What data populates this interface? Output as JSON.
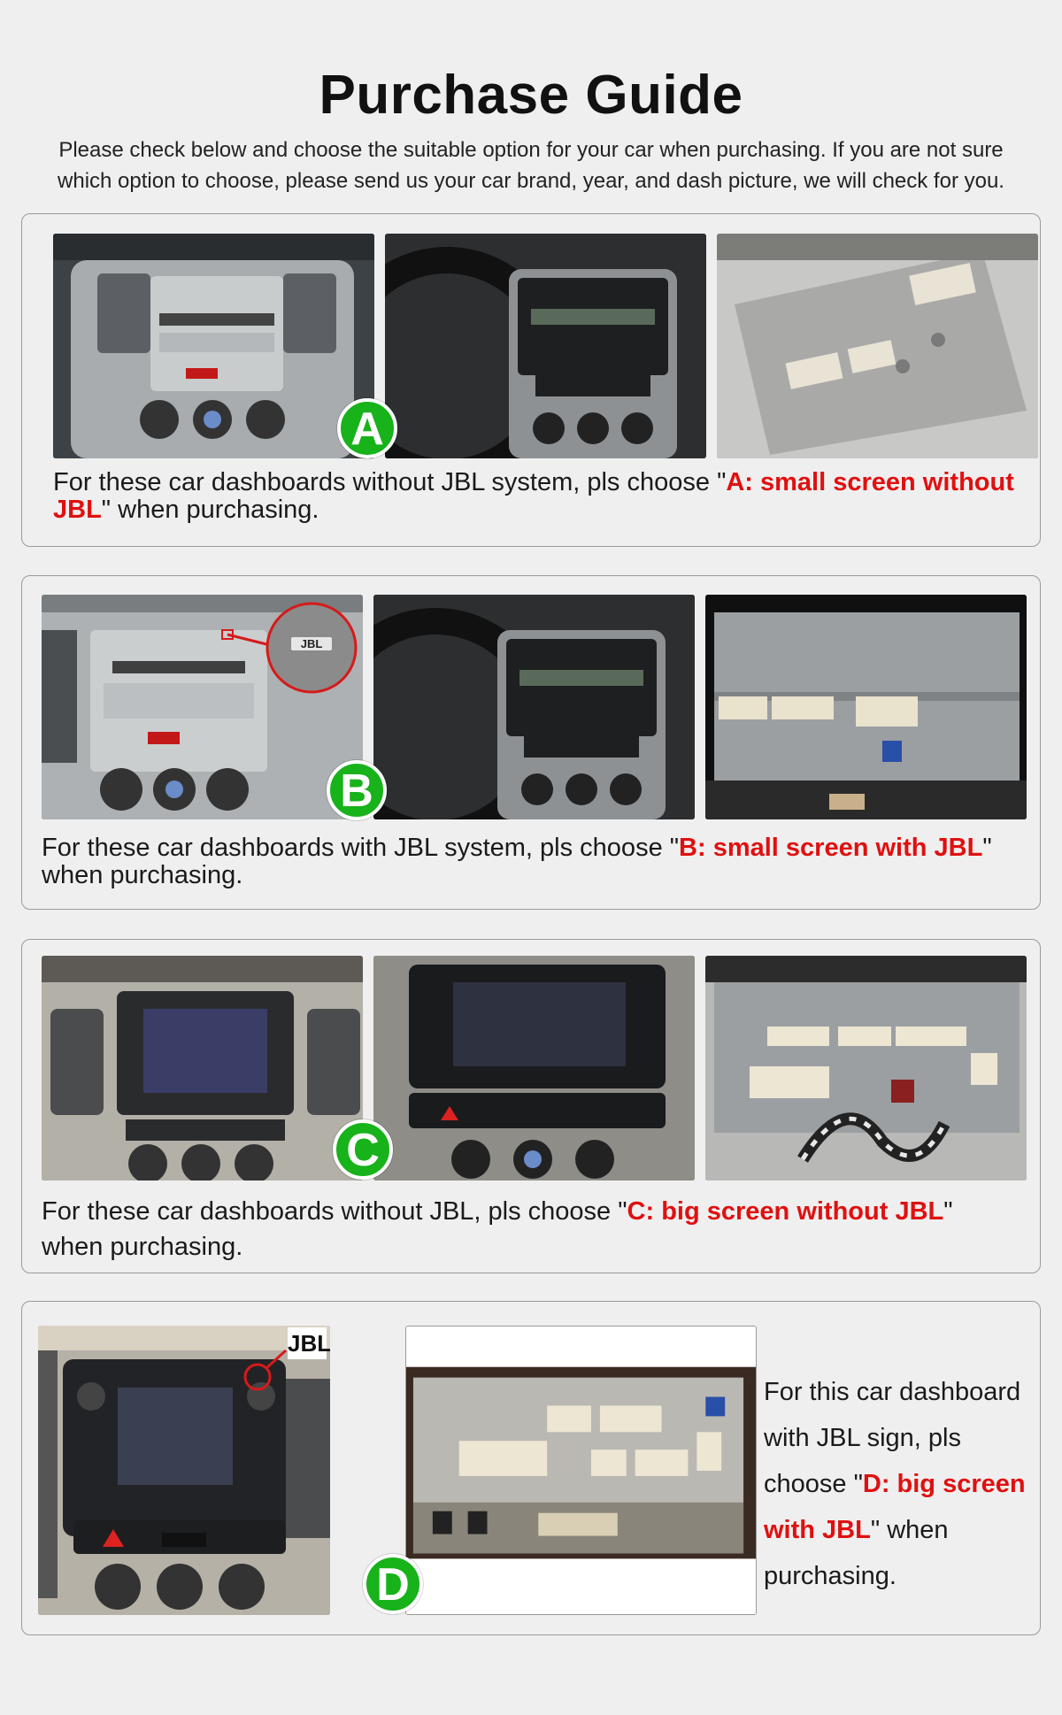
{
  "header": {
    "title": "Purchase Guide",
    "intro": "Please check below and choose the suitable option for your car when purchasing. If you are not sure which option to choose, please send us your car brand, year, and dash picture, we will check for you."
  },
  "sections": [
    {
      "badge": "A",
      "text_before": "For these car dashboards without JBL system, pls choose \"",
      "option": "A: small screen without JBL",
      "text_after": "\" when purchasing."
    },
    {
      "badge": "B",
      "text_before": "For these car dashboards with JBL system, pls choose \"",
      "option": "B: small screen with JBL",
      "text_after": "\" when purchasing.",
      "jbl_callout": "JBL"
    },
    {
      "badge": "C",
      "text_before": "For these car dashboards without JBL, pls choose \"",
      "option": "C: big screen without JBL",
      "text_after": "\" when purchasing."
    },
    {
      "badge": "D",
      "text_before": "For this car dashboard with JBL sign, pls choose \"",
      "option": "D: big screen with JBL",
      "text_after": "\" when purchasing.",
      "jbl_label": "JBL"
    }
  ],
  "colors": {
    "background": "#efefef",
    "badge_green": "#18b21a",
    "option_red": "#e01010",
    "border": "#9a9a9a"
  }
}
